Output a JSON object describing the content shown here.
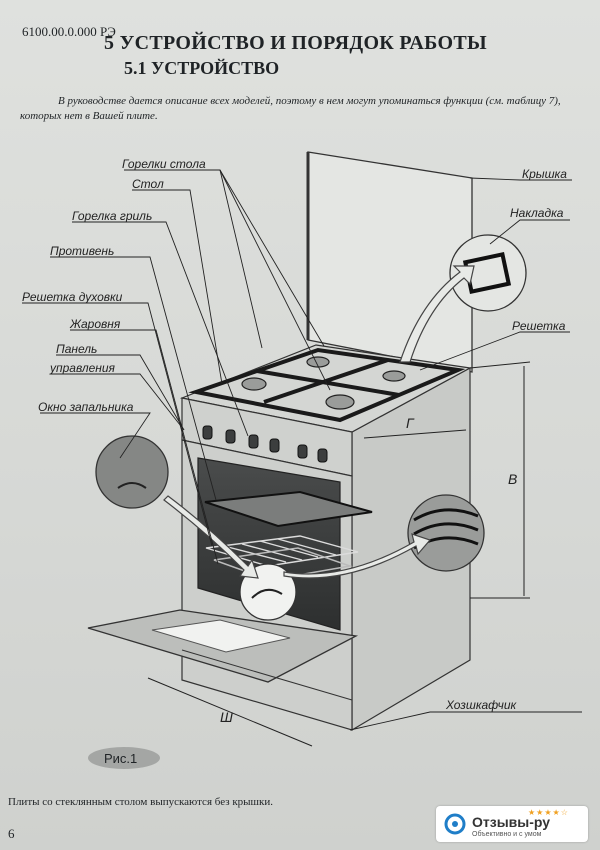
{
  "header": {
    "doc_number": "6100.00.0.000 РЭ",
    "section_title": "5 УСТРОЙСТВО И ПОРЯДОК РАБОТЫ",
    "subsection_title": "5.1 УСТРОЙСТВО"
  },
  "intro_text": "В руководстве дается описание всех моделей, поэтому в нем могут упоминаться функции (см. таблицу 7), которых нет в Вашей плите.",
  "figure": {
    "labels": {
      "hob_burners": "Горелки стола",
      "hob": "Стол",
      "grill_burner": "Горелка гриль",
      "baking_tray": "Противень",
      "oven_rack": "Решетка духовки",
      "roasting_pan": "Жаровня",
      "control_panel_1": "Панель",
      "control_panel_2": "управления",
      "ignition_window": "Окно запальника",
      "lid": "Крышка",
      "cover_plate": "Накладка",
      "grate": "Решетка",
      "storage_drawer": "Хозшкафчик",
      "dim_width": "Ш",
      "dim_depth": "Г",
      "dim_height": "В"
    },
    "caption": "Рис.1"
  },
  "footer_note": "Плиты со стеклянным столом выпускаются без крышки.",
  "page_number": "6",
  "watermark": {
    "name": "Отзывы-ру",
    "stars": "★★★★☆",
    "tagline": "Объективно и с умом"
  }
}
